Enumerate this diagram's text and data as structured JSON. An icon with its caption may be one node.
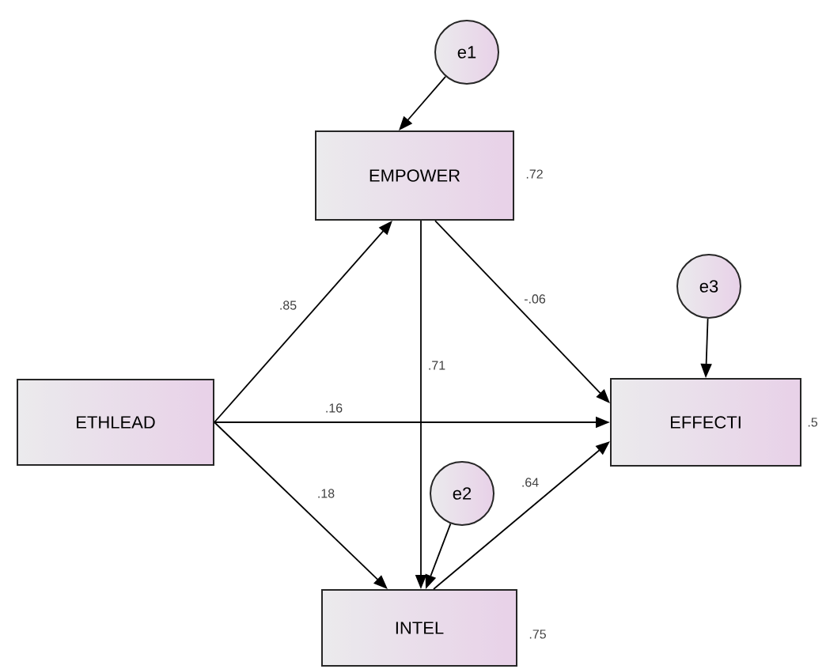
{
  "diagram": {
    "nodes": [
      {
        "text": [
          "e1"
        ]
      },
      {
        "text": [
          "EMPOWER"
        ],
        "beside": [
          ".72"
        ]
      },
      {
        "text": [
          "e3"
        ]
      },
      {
        "text": [
          "ETHLEAD"
        ]
      },
      {
        "text": [
          "EFFECTI"
        ],
        "beside": [
          ".5"
        ]
      },
      {
        "text": [
          "e2"
        ]
      },
      {
        "text": [
          "INTEL"
        ],
        "beside": [
          ".75"
        ]
      }
    ],
    "edges": [
      {
        "from": 0,
        "to": 1,
        "arrow": "to"
      },
      {
        "from": 3,
        "to": 1,
        "arrow": "to",
        "label": ".85"
      },
      {
        "from": 1,
        "to": 4,
        "arrow": "to",
        "label": "-.06"
      },
      {
        "from": 1,
        "to": 6,
        "arrow": "to",
        "label": ".71"
      },
      {
        "from": 2,
        "to": 4,
        "arrow": "to"
      },
      {
        "from": 3,
        "to": 4,
        "arrow": "to",
        "label": ".16"
      },
      {
        "from": 3,
        "to": 6,
        "arrow": "to",
        "label": ".18"
      },
      {
        "from": 5,
        "to": 6,
        "arrow": "to"
      },
      {
        "from": 6,
        "to": 4,
        "arrow": "to",
        "label": ".64"
      }
    ]
  }
}
